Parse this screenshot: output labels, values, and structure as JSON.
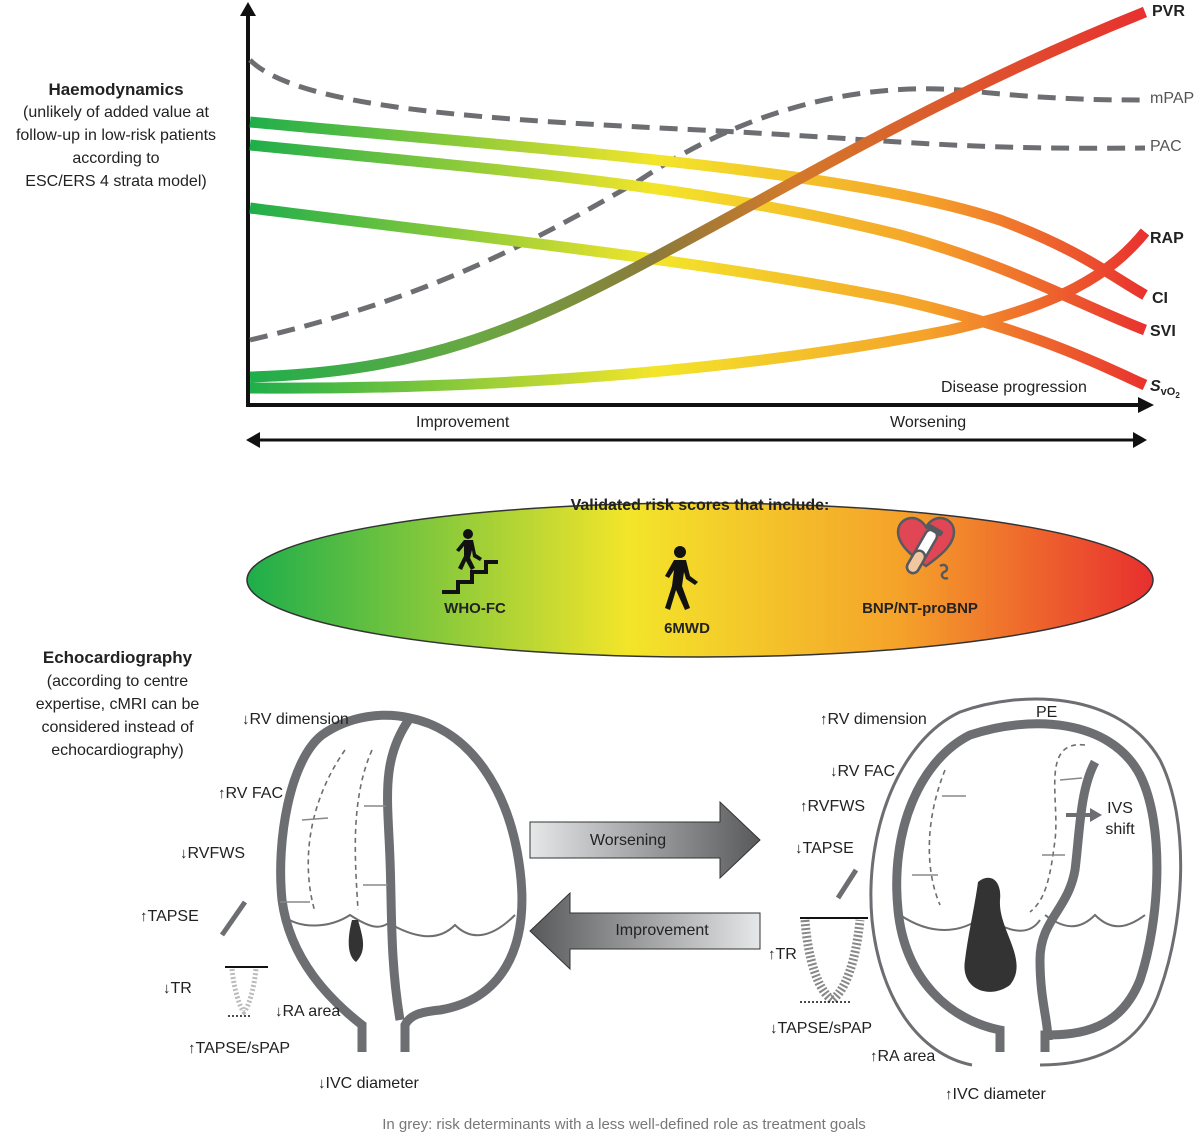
{
  "haemo": {
    "title": "Haemodynamics",
    "note_lines": [
      "(unlikely of added value at",
      "follow-up in low-risk patients",
      "according to",
      "ESC/ERS 4 strata model)"
    ],
    "axis_label": "Disease progression",
    "curves": {
      "pvr": "PVR",
      "mpap": "mPAP",
      "pac": "PAC",
      "rap": "RAP",
      "ci": "CI",
      "svi": "SVI",
      "svo2_main": "S",
      "svo2_sub": "vO",
      "svo2_sub2": "2"
    },
    "range_left": "Improvement",
    "range_right": "Worsening"
  },
  "risk": {
    "title": "Validated risk scores that include:",
    "items": [
      "WHO-FC",
      "6MWD",
      "BNP/NT-proBNP"
    ],
    "icons": [
      "stairs-climbing-person-icon",
      "walking-person-icon",
      "heart-test-tube-icon"
    ]
  },
  "echo": {
    "title": "Echocardiography",
    "note_lines": [
      "(according to centre",
      "expertise, cMRI can be",
      "considered instead of",
      "echocardiography)"
    ],
    "left": {
      "rv_dimension": "RV dimension",
      "rv_fac": "RV FAC",
      "rvfws": "RVFWS",
      "tapse": "TAPSE",
      "tr": "TR",
      "ra_area": "RA area",
      "tapse_spap": "TAPSE/sPAP",
      "ivc": "IVC diameter"
    },
    "right": {
      "rv_dimension": "RV dimension",
      "rv_fac": "RV FAC",
      "rvfws": "RVFWS",
      "tapse": "TAPSE",
      "tr": "TR",
      "tapse_spap": "TAPSE/sPAP",
      "ra_area": "RA area",
      "ivc": "IVC diameter",
      "pe": "PE",
      "ivs_1": "IVS",
      "ivs_2": "shift"
    },
    "arrow_worsening": "Worsening",
    "arrow_improvement": "Improvement"
  },
  "footer": "In grey: risk determinants with a less well-defined role as treatment goals",
  "colors": {
    "green": "#1fae4b",
    "yellow": "#f3e52a",
    "orange": "#f5a32a",
    "red": "#e8302f",
    "grey_line": "#6d6e71",
    "heart_outline": "#555a60"
  }
}
